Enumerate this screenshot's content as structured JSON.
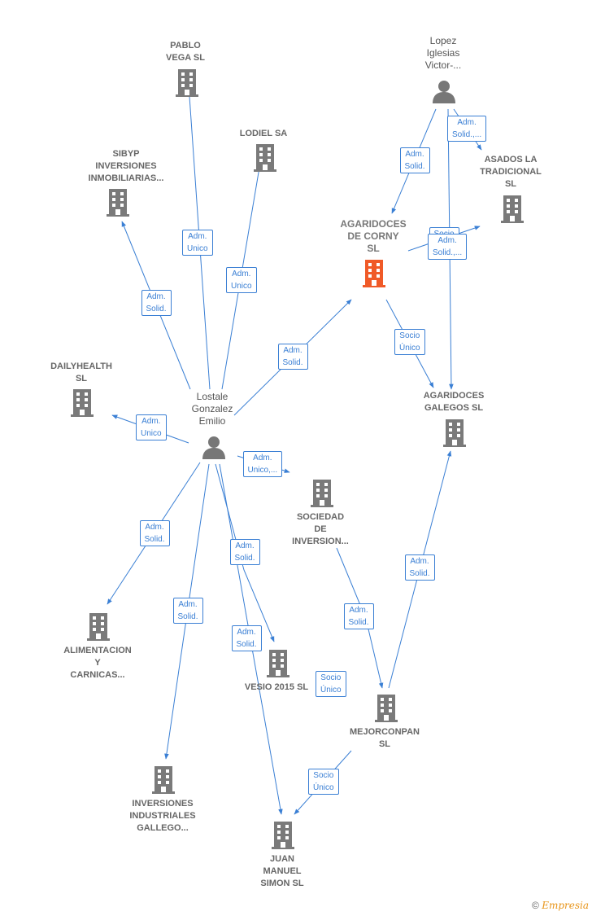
{
  "colors": {
    "edge": "#3a7fd4",
    "company": "#7a7a7a",
    "focus": "#f05a28",
    "person": "#777777"
  },
  "nodes": [
    {
      "id": "pablo",
      "type": "company",
      "label": "PABLO\nVEGA  SL"
    },
    {
      "id": "lodiel",
      "type": "company",
      "label": "LODIEL SA"
    },
    {
      "id": "sibyp",
      "type": "company",
      "label": "SIBYP\nINVERSIONES\nINMOBILIARIAS..."
    },
    {
      "id": "lopez",
      "type": "person",
      "label": "Lopez\nIglesias\nVictor-..."
    },
    {
      "id": "asados",
      "type": "company",
      "label": "ASADOS LA\nTRADICIONAL\nSL"
    },
    {
      "id": "agaridoces_corny",
      "type": "focus",
      "label": "AGARIDOCES\nDE CORNY\nSL"
    },
    {
      "id": "dailyhealth",
      "type": "company",
      "label": "DAILYHEALTH\nSL"
    },
    {
      "id": "lostale",
      "type": "person",
      "label": "Lostale\nGonzalez\nEmilio"
    },
    {
      "id": "agaridoces_galegos",
      "type": "company",
      "label": "AGARIDOCES\nGALEGOS  SL"
    },
    {
      "id": "sociedad",
      "type": "company",
      "label": "SOCIEDAD\nDE\nINVERSION..."
    },
    {
      "id": "alimentacion",
      "type": "company",
      "label": "ALIMENTACION\nY\nCARNICAS..."
    },
    {
      "id": "vesio",
      "type": "company",
      "label": "VESIO 2015  SL"
    },
    {
      "id": "mejorconpan",
      "type": "company",
      "label": "MEJORCONPAN\nSL"
    },
    {
      "id": "inversiones",
      "type": "company",
      "label": "INVERSIONES\nINDUSTRIALES\nGALLEGO..."
    },
    {
      "id": "juan",
      "type": "company",
      "label": "JUAN\nMANUEL\nSIMON SL"
    }
  ],
  "relations": [
    {
      "label": "Adm.\nUnico"
    },
    {
      "label": "Adm.\nUnico"
    },
    {
      "label": "Adm.\nSolid."
    },
    {
      "label": "Adm.\nSolid."
    },
    {
      "label": "Adm.\nUnico"
    },
    {
      "label": "Adm.\nUnico,..."
    },
    {
      "label": "Adm.\nSolid."
    },
    {
      "label": "Adm.\nSolid."
    },
    {
      "label": "Adm.\nSolid."
    },
    {
      "label": "Adm.\nSolid."
    },
    {
      "label": "Adm.\nSolid."
    },
    {
      "label": "Adm.\nSolid.,..."
    },
    {
      "label": "Socio"
    },
    {
      "label": "Adm.\nSolid.,..."
    },
    {
      "label": "Socio\nÚnico"
    },
    {
      "label": "Adm.\nSolid."
    },
    {
      "label": "Adm.\nSolid."
    },
    {
      "label": "Socio\nÚnico"
    },
    {
      "label": "Socio\nÚnico"
    }
  ],
  "footer": {
    "copyright": "©",
    "brand": "Empresia"
  }
}
